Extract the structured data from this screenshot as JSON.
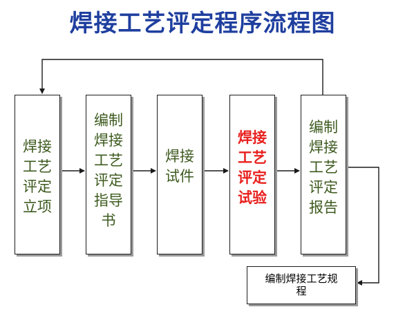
{
  "title": "焊接工艺评定程序流程图",
  "colors": {
    "title": "#1f3f9f",
    "step_text": "#3d5a1e",
    "highlight_text": "#e8201e",
    "border": "#1a1a1a",
    "shadow": "#9a9a9a"
  },
  "steps": [
    {
      "lines": [
        "焊接",
        "工艺",
        "评定",
        "立项"
      ]
    },
    {
      "lines": [
        "编制",
        "焊接",
        "工艺",
        "评定",
        "指导",
        "书"
      ]
    },
    {
      "lines": [
        "焊接",
        "试件"
      ]
    },
    {
      "lines": [
        "焊接",
        "工艺",
        "评定",
        "试验"
      ],
      "highlight": true
    },
    {
      "lines": [
        "编制",
        "焊接",
        "工艺",
        "评定",
        "报告"
      ]
    }
  ],
  "result": {
    "lines": [
      "编制焊接工艺规",
      "程"
    ]
  }
}
